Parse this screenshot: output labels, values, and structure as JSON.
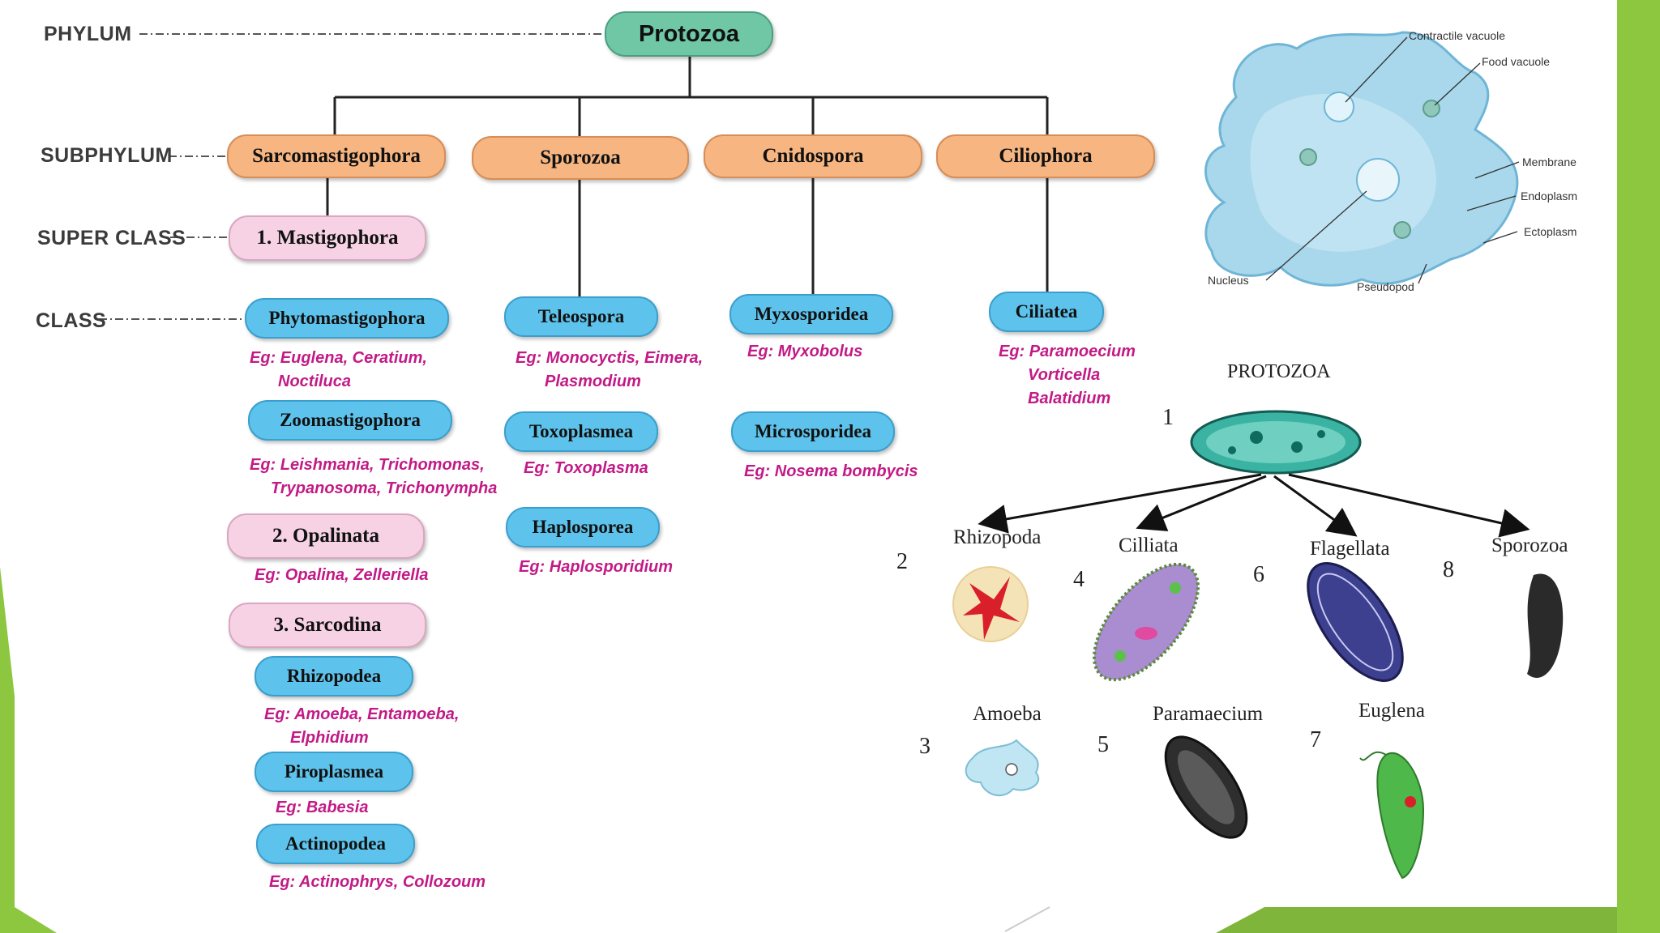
{
  "colors": {
    "background_green": "#8dc63f",
    "phylum_fill": "#6fc7a6",
    "subphylum_fill": "#f6b581",
    "superclass_fill": "#f7d2e5",
    "class_fill": "#5ec3ec",
    "example_text": "#c21a86",
    "cell_fill": "#a9d8ec"
  },
  "levels": {
    "phylum": "PHYLUM",
    "subphylum": "SUBPHYLUM",
    "superclass": "SUPER CLASS",
    "class": "CLASS"
  },
  "tree": {
    "phylum": "Protozoa",
    "subphyla": {
      "sarcomastigophora": "Sarcomastigophora",
      "sporozoa": "Sporozoa",
      "cnidospora": "Cnidospora",
      "ciliophora": "Ciliophora"
    },
    "superclasses": {
      "mastigophora": "1. Mastigophora",
      "opalinata": "2. Opalinata",
      "sarcodina": "3. Sarcodina"
    },
    "classes": {
      "phytomastigophora": {
        "name": "Phytomastigophora",
        "eg": [
          "Eg: Euglena, Ceratium,",
          "Noctiluca"
        ]
      },
      "zoomastigophora": {
        "name": "Zoomastigophora",
        "eg": [
          "Eg: Leishmania, Trichomonas,",
          "Trypanosoma, Trichonympha"
        ]
      },
      "opalinata_eg": {
        "eg": [
          "Eg: Opalina, Zelleriella"
        ]
      },
      "rhizopodea": {
        "name": "Rhizopodea",
        "eg": [
          "Eg: Amoeba, Entamoeba,",
          "Elphidium"
        ]
      },
      "piroplasmea": {
        "name": "Piroplasmea",
        "eg": [
          "Eg: Babesia"
        ]
      },
      "actinopodea": {
        "name": "Actinopodea",
        "eg": [
          "Eg: Actinophrys, Collozoum"
        ]
      },
      "teleospora": {
        "name": "Teleospora",
        "eg": [
          "Eg: Monocyctis, Eimera,",
          "Plasmodium"
        ]
      },
      "toxoplasmea": {
        "name": "Toxoplasmea",
        "eg": [
          "Eg: Toxoplasma"
        ]
      },
      "haplosporea": {
        "name": "Haplosporea",
        "eg": [
          "Eg: Haplosporidium"
        ]
      },
      "myxosporidea": {
        "name": "Myxosporidea",
        "eg": [
          "Eg: Myxobolus"
        ]
      },
      "microsporidea": {
        "name": "Microsporidea",
        "eg": [
          "Eg: Nosema bombycis"
        ]
      },
      "ciliatea": {
        "name": "Ciliatea",
        "eg": [
          "Eg: Paramoecium",
          "Vorticella",
          "Balatidium"
        ]
      }
    }
  },
  "amoeba_diagram": {
    "labels": [
      "Contractile vacuole",
      "Food vacuole",
      "Membrane",
      "Endoplasm",
      "Ectoplasm",
      "Nucleus",
      "Pseudopod"
    ]
  },
  "figure": {
    "title": "PROTOZOA",
    "numbers": [
      "1",
      "2",
      "3",
      "4",
      "5",
      "6",
      "7",
      "8"
    ],
    "groups": [
      "Rhizopoda",
      "Cilliata",
      "Flagellata",
      "Sporozoa"
    ],
    "examples": [
      "Amoeba",
      "Paramaecium",
      "Euglena"
    ]
  }
}
